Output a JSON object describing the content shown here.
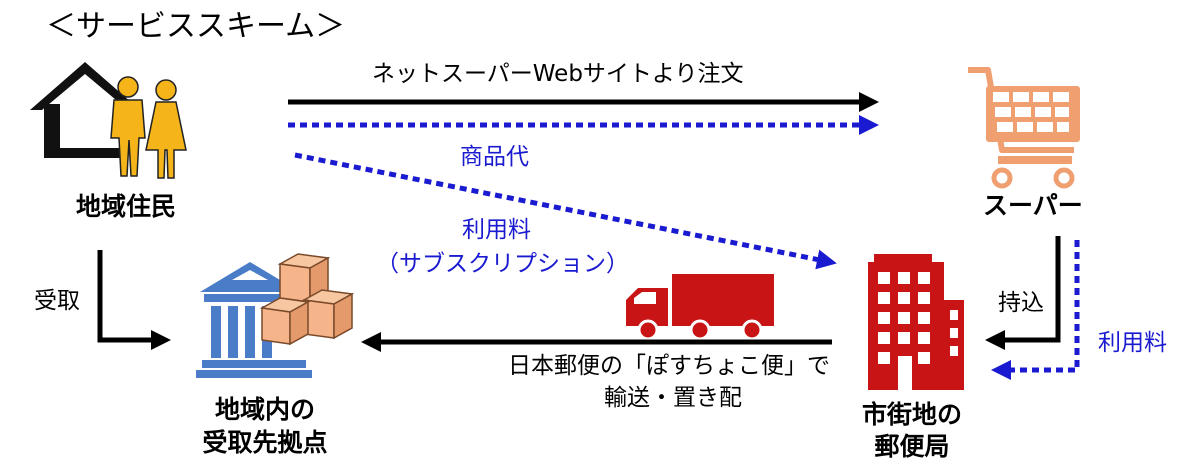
{
  "title": "＜サービススキーム＞",
  "colors": {
    "black_arrow": "#000000",
    "blue_dotted": "#1a1ad0",
    "resident_fill": "#f5b51a",
    "house": "#111111",
    "cart": "#f0a070",
    "building_blue": "#4a7cc8",
    "box": "#f5b48a",
    "post_office": "#c81414",
    "truck": "#c81414"
  },
  "nodes": {
    "residents": {
      "label": "地域住民",
      "icon": "house-and-people-icon"
    },
    "supermarket": {
      "label": "スーパー",
      "icon": "shopping-cart-icon"
    },
    "pickup_point": {
      "label_line1": "地域内の",
      "label_line2": "受取先拠点",
      "icon": "bank-building-with-boxes-icon"
    },
    "post_office": {
      "label_line1": "市街地の",
      "label_line2": "郵便局",
      "icon": "post-office-building-icon"
    }
  },
  "flows": {
    "order": "ネットスーパーWebサイトより注文",
    "product_fee": "商品代",
    "usage_fee_line1": "利用料",
    "usage_fee_line2": "（サブスクリプション）",
    "bring_in": "持込",
    "usage_fee_right": "利用料",
    "transport_line1": "日本郵便の「ぽすちょこ便」で",
    "transport_line2": "輸送・置き配",
    "receive": "受取",
    "truck_icon": "delivery-truck-icon"
  }
}
